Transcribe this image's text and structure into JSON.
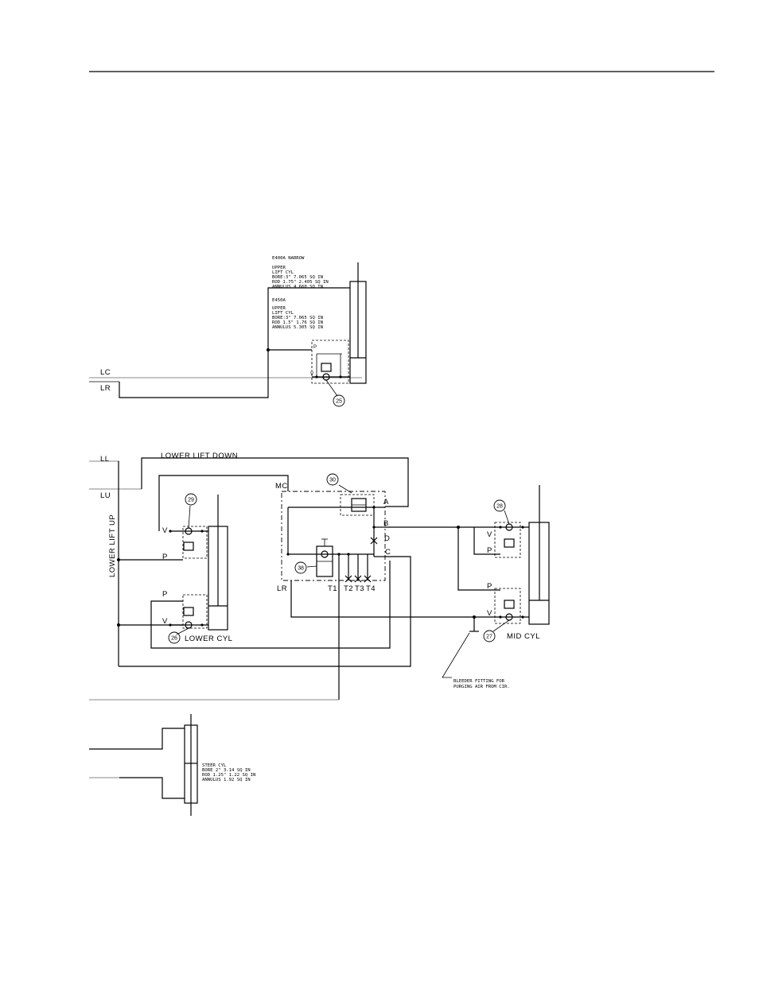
{
  "labels": {
    "lc": "LC",
    "lr_top": "LR",
    "ll": "LL",
    "lu": "LU",
    "lower_lift_down": "LOWER LIFT DOWN",
    "lower_lift_up": "LOWER LIFT UP",
    "mc": "MC",
    "lr_mid": "LR",
    "port_a": "A",
    "port_b": "B",
    "port_c": "C",
    "port_d": "D",
    "t1": "T1",
    "t2": "T2",
    "t3": "T3",
    "t4": "T4",
    "lower_cyl": "LOWER CYL",
    "mid_cyl": "MID CYL",
    "v_lower_top": "V",
    "p_lower_top": "P",
    "p_lower_bot": "P",
    "v_lower_bot": "V",
    "v_mid_top": "V",
    "p_mid_top": "P",
    "p_mid_bot": "P",
    "v_mid_bot": "V",
    "p_upper": "P",
    "v_upper": "V"
  },
  "bubbles": [
    "25",
    "29",
    "30",
    "38",
    "26",
    "28",
    "27"
  ],
  "upper_notes": {
    "narrow_title": "E400A NARROW",
    "narrow_lines": [
      "UPPER",
      "LIFT CYL",
      "BORE:3\"    7.065 SQ IN",
      "ROD  1.75\" 2.405 SQ IN",
      "ANNULUS    4.660 SQ IN"
    ],
    "std_title": "E450A",
    "std_lines": [
      "UPPER",
      "LIFT CYL",
      "BORE:3\"    7.065 SQ IN",
      "ROD  1.5\"  1.76  SQ IN",
      "ANNULUS    5.305 SQ IN"
    ]
  },
  "bleeder_note": [
    "BLEEDER FITTING FOR",
    "PURGING AIR FROM CIR."
  ],
  "steer_notes": [
    "STEER CYL",
    "BORE  2\"    3.14 SQ IN",
    "ROD  1.25\"  1.22 SQ IN",
    "ANNULUS     1.92 SQ IN"
  ]
}
